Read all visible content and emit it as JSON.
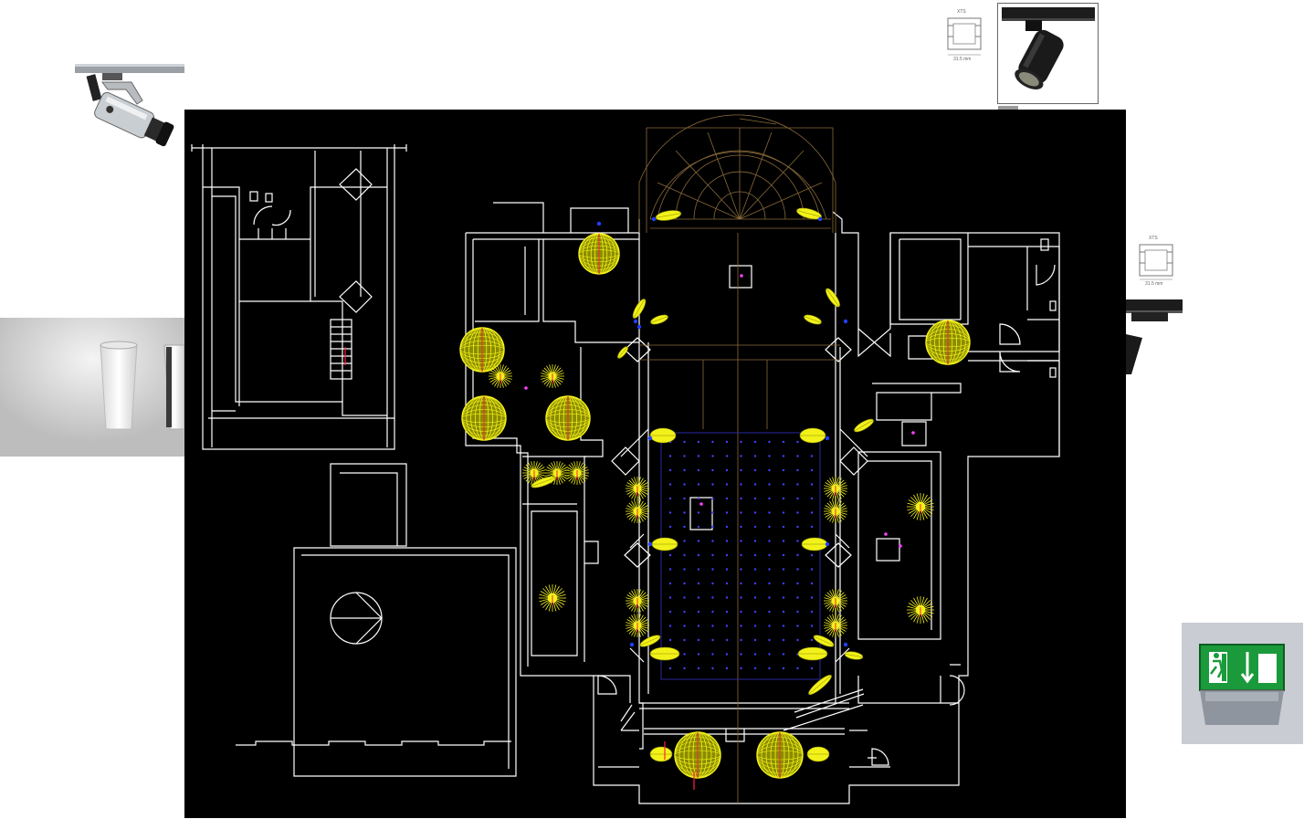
{
  "colors": {
    "canvas": "#000000",
    "walls": "#ffffff",
    "dome_lines": "#8a6a3a",
    "fixture": "#f2f21a",
    "fixture_dark": "#8b8b00",
    "grid_dot": "#4040ff",
    "grid_border": "#2a2aa0",
    "accent_red": "#ff2040",
    "magenta": "#ff40ff",
    "sign_green": "#1a9a3a"
  },
  "profile_drawings": [
    {
      "code": "XTS",
      "width_label": "31.5 mm"
    },
    {
      "code": "XTS",
      "width_label": "31.5 mm"
    }
  ],
  "icons": [
    "track-spotlight-icon",
    "wall-uplight-icon",
    "track-cylinder-spot-icon",
    "exit-sign-icon",
    "running-man-icon",
    "down-arrow-icon",
    "door-icon"
  ]
}
